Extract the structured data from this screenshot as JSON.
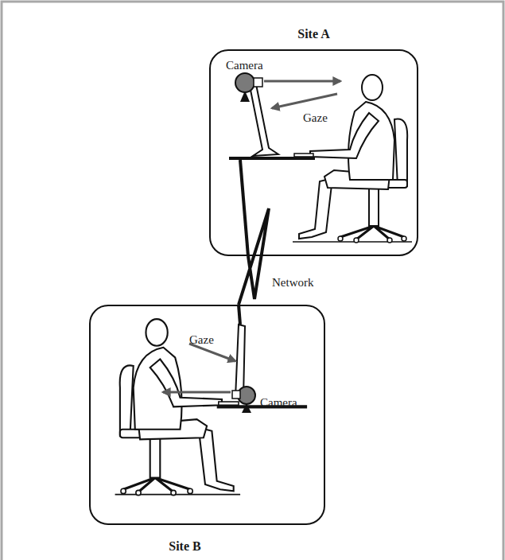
{
  "diagram": {
    "nodes": [
      {
        "text": [
          "Site A"
        ]
      },
      {
        "text": [
          "Site B"
        ]
      }
    ],
    "edges": [
      {
        "from": 0,
        "to": 1,
        "arrow": "none",
        "label": "Network"
      }
    ],
    "labels": [
      "Camera",
      "Gaze",
      "Gaze",
      "Camera"
    ]
  }
}
